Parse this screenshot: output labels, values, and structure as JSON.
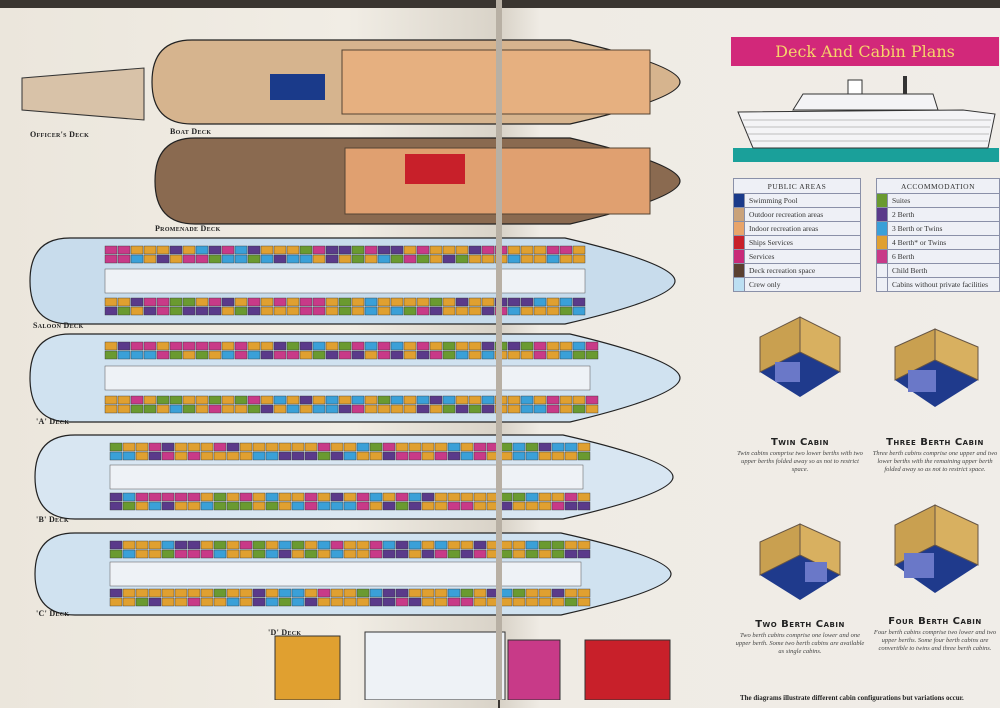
{
  "title": "Deck And Cabin Plans",
  "decks": [
    {
      "label": "Officer's Deck"
    },
    {
      "label": "Boat Deck"
    },
    {
      "label": "Promenade Deck"
    },
    {
      "label": "Saloon Deck"
    },
    {
      "label": "'A' Deck"
    },
    {
      "label": "'B' Deck"
    },
    {
      "label": "'C' Deck"
    },
    {
      "label": "'D' Deck"
    }
  ],
  "public_areas": {
    "heading": "PUBLIC AREAS",
    "items": [
      {
        "label": "Swimming Pool",
        "color": "#1a3a8a"
      },
      {
        "label": "Outdoor recreation areas",
        "color": "#c9a27a"
      },
      {
        "label": "Indoor recreation areas",
        "color": "#e8a46a"
      },
      {
        "label": "Ships Services",
        "color": "#c8202a"
      },
      {
        "label": "Services",
        "color": "#c82a78"
      },
      {
        "label": "Deck recreation space",
        "color": "#5a4030"
      },
      {
        "label": "Crew only",
        "color": "#bcdff2"
      }
    ]
  },
  "accommodation": {
    "heading": "ACCOMMODATION",
    "items": [
      {
        "label": "Suites",
        "color": "#6a9a30"
      },
      {
        "label": "2 Berth",
        "color": "#5a3a8a"
      },
      {
        "label": "3 Berth or Twins",
        "color": "#3aa0d8"
      },
      {
        "label": "4 Berth* or Twins",
        "color": "#e0a030"
      },
      {
        "label": "6 Berth",
        "color": "#c83a88"
      },
      {
        "label": "Child Berth",
        "color": "#eef0f6"
      },
      {
        "label": "Cabins without private facilities",
        "color": "#eef0f6"
      }
    ]
  },
  "cabins": [
    {
      "title": "Twin Cabin",
      "text": "Twin cabins comprise two lower berths with two upper berths folded away so as not to restrict space."
    },
    {
      "title": "Three Berth Cabin",
      "text": "Three berth cabins comprise one upper and two lower berths with the remaining upper berth folded away so as not to restrict space."
    },
    {
      "title": "Two Berth Cabin",
      "text": "Two berth cabins comprise one lower and one upper berth. Some two berth cabins are available as single cabins."
    },
    {
      "title": "Four Berth Cabin",
      "text": "Four berth cabins comprise two lower and two upper berths. Some four berth cabins are convertible to twins and three berth cabins."
    }
  ],
  "footnote": "The diagrams illustrate different cabin configurations but variations occur."
}
